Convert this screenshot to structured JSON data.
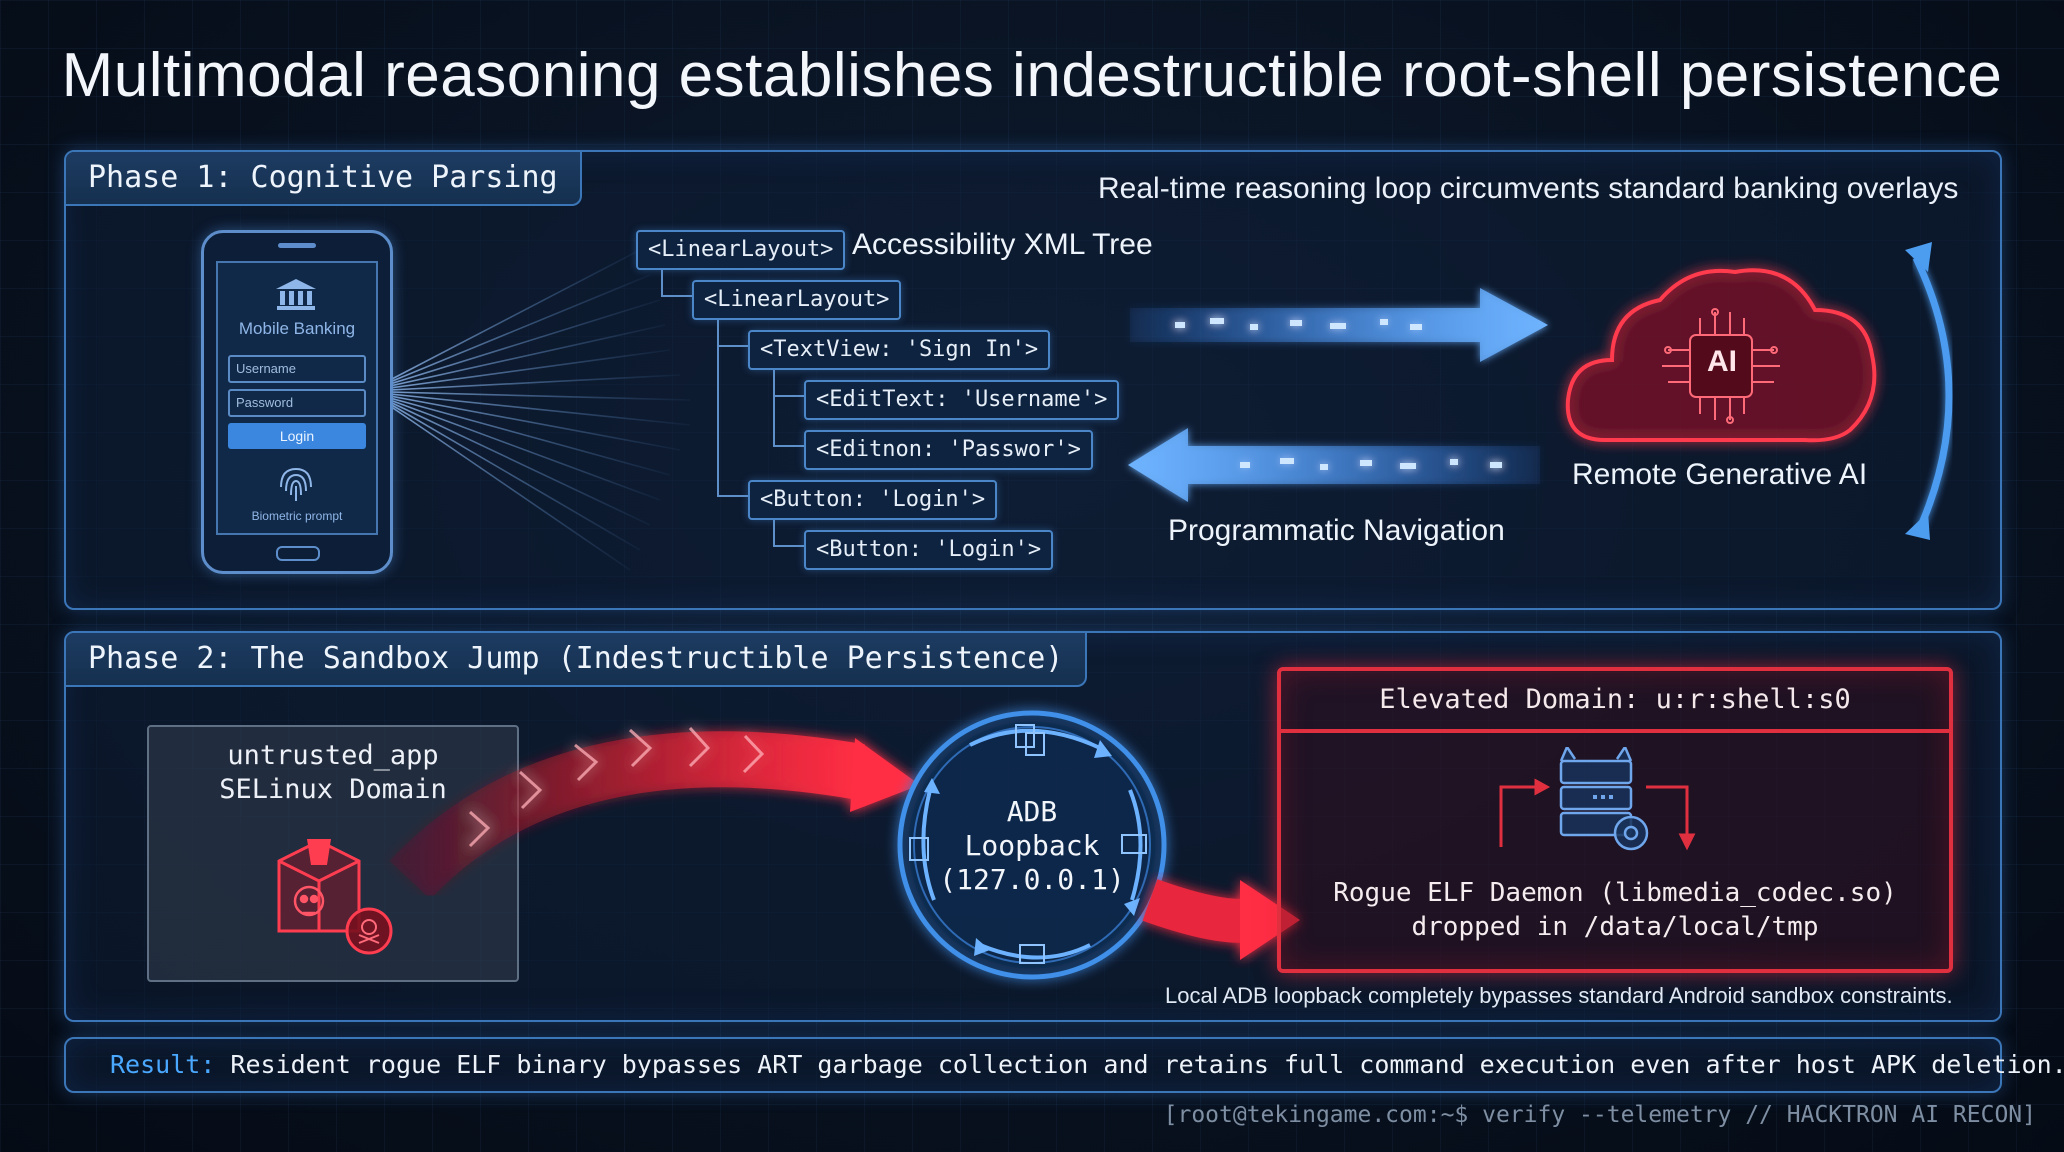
{
  "title": "Multimodal reasoning establishes indestructible root-shell persistence",
  "phase1": {
    "label": "Phase 1: Cognitive Parsing",
    "subtitle": "Real-time reasoning loop circumvents standard banking overlays",
    "xml_tree_caption": "Accessibility XML Tree",
    "xml_nodes": [
      "<LinearLayout>",
      "<LinearLayout>",
      "<TextView: 'Sign In'>",
      "<EditText: 'Username'>",
      "<Editnon: 'Passwor'>",
      "<Button: 'Login'>",
      "<Button: 'Login'>"
    ],
    "phone": {
      "app_name": "Mobile Banking",
      "username_placeholder": "Username",
      "password_placeholder": "Password",
      "login_label": "Login",
      "biometric_label": "Biometric prompt"
    },
    "ai_badge": "AI",
    "ai_caption": "Remote Generative AI",
    "nav_caption": "Programmatic Navigation"
  },
  "phase2": {
    "label": "Phase 2: The Sandbox Jump (Indestructible Persistence)",
    "untrusted_line1": "untrusted_app",
    "untrusted_line2": "SELinux Domain",
    "adb_line1": "ADB",
    "adb_line2": "Loopback",
    "adb_line3": "(127.0.0.1)",
    "elevated_header": "Elevated Domain: u:r:shell:s0",
    "daemon_line1": "Rogue ELF Daemon (libmedia_codec.so)",
    "daemon_line2": "dropped in /data/local/tmp",
    "footnote": "Local ADB loopback completely bypasses standard Android sandbox constraints."
  },
  "result": {
    "label": "Result:",
    "text": "Resident rogue ELF binary bypasses ART garbage collection and retains full command execution even after host APK deletion."
  },
  "footer": "[root@tekingame.com:~$ verify --telemetry // HACKTRON AI RECON]",
  "colors": {
    "accent_blue": "#3b87e0",
    "alert_red": "#e03040",
    "result_label": "#4aa8ff"
  }
}
